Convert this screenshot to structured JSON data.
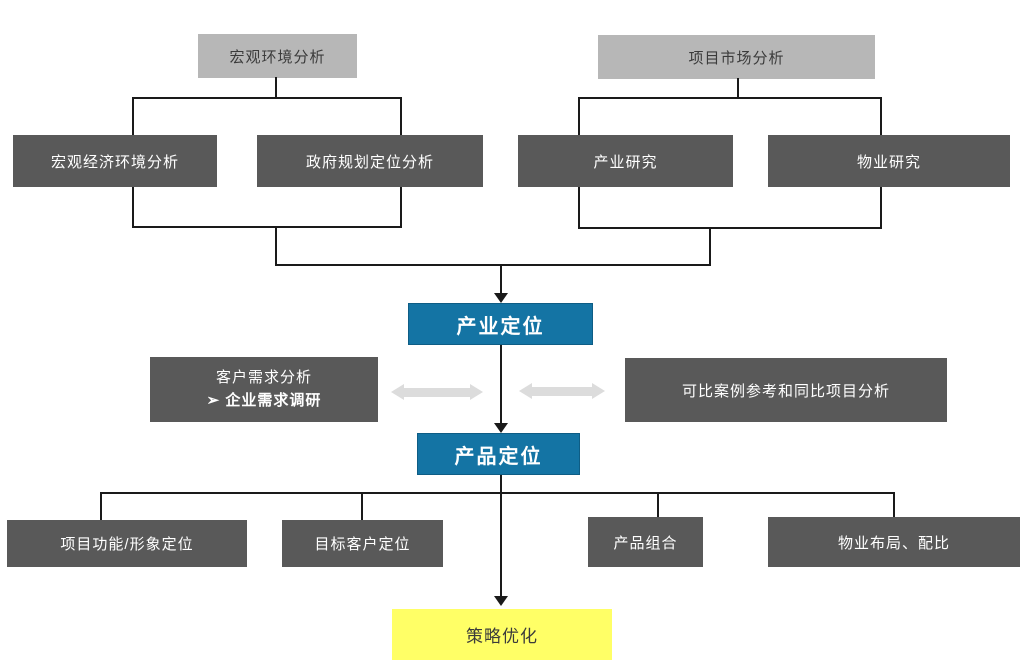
{
  "colors": {
    "canvas_bg": "#ffffff",
    "header_box": "#b7b7b7",
    "dark_box": "#595959",
    "blue_box": "#1474a4",
    "yellow_box": "#ffff66",
    "connector": "#1a1a1a",
    "double_arrow": "#dcdcdc",
    "dark_text": "#3b3b3b",
    "white_text": "#ffffff"
  },
  "nodes": {
    "macro_env": {
      "label": "宏观环境分析"
    },
    "project_market": {
      "label": "项目市场分析"
    },
    "macro_econ": {
      "label": "宏观经济环境分析"
    },
    "gov_planning": {
      "label": "政府规划定位分析"
    },
    "industry_research": {
      "label": "产业研究"
    },
    "property_research": {
      "label": "物业研究"
    },
    "industry_positioning": {
      "label": "产业定位"
    },
    "customer_demand": {
      "line1": "客户需求分析",
      "line2": "➢ 企业需求调研"
    },
    "comparable_case": {
      "label": "可比案例参考和同比项目分析"
    },
    "product_positioning": {
      "label": "产品定位"
    },
    "function_image": {
      "label": "项目功能/形象定位"
    },
    "target_customer": {
      "label": "目标客户定位"
    },
    "product_mix": {
      "label": "产品组合"
    },
    "property_layout": {
      "label": "物业布局、配比"
    },
    "strategy_optimization": {
      "label": "策略优化"
    }
  }
}
